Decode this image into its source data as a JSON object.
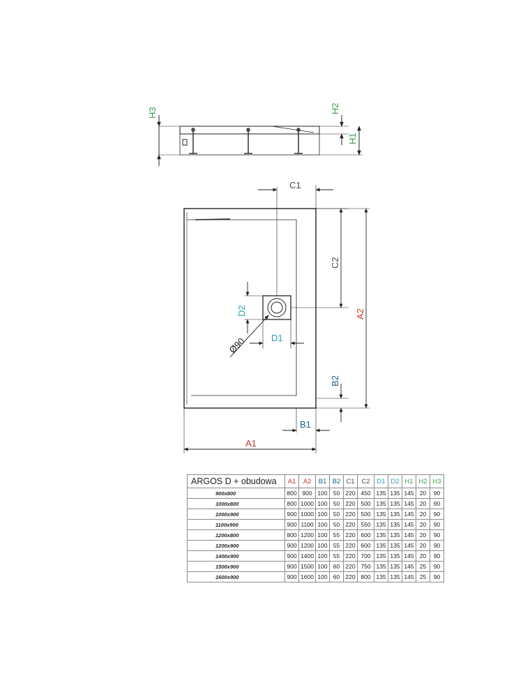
{
  "colors": {
    "A": "#c0392b",
    "B": "#1f5f8b",
    "C": "#4a4a4a",
    "D": "#2a9fb0",
    "H": "#3a9a4a",
    "H3": "#3a9a4a",
    "line": "#222222"
  },
  "drawing": {
    "labels": {
      "H3": "H3",
      "H2": "H2",
      "H1": "H1",
      "C1": "C1",
      "C2": "C2",
      "A2": "A2",
      "D2": "D2",
      "D1": "D1",
      "phi90": "Ø90",
      "B2": "B2",
      "B1": "B1",
      "A1": "A1"
    }
  },
  "table": {
    "product": "ARGOS D + obudowa",
    "columns": [
      {
        "label": "A1",
        "color": "#c0392b"
      },
      {
        "label": "A2",
        "color": "#c0392b"
      },
      {
        "label": "B1",
        "color": "#1f5f8b"
      },
      {
        "label": "B2",
        "color": "#1f5f8b"
      },
      {
        "label": "C1",
        "color": "#4a4a4a"
      },
      {
        "label": "C2",
        "color": "#4a4a4a"
      },
      {
        "label": "D1",
        "color": "#2a9fb0"
      },
      {
        "label": "D2",
        "color": "#2a9fb0"
      },
      {
        "label": "H1",
        "color": "#3a9a4a"
      },
      {
        "label": "H2",
        "color": "#3a9a4a"
      },
      {
        "label": "H3",
        "color": "#3a9a4a"
      }
    ],
    "rows": [
      {
        "size": "900x800",
        "values": [
          "800",
          "900",
          "100",
          "50",
          "220",
          "450",
          "135",
          "135",
          "145",
          "20",
          "90"
        ]
      },
      {
        "size": "1000x800",
        "values": [
          "800",
          "1000",
          "100",
          "50",
          "220",
          "500",
          "135",
          "135",
          "145",
          "20",
          "90"
        ]
      },
      {
        "size": "1000x900",
        "values": [
          "900",
          "1000",
          "100",
          "50",
          "220",
          "500",
          "135",
          "135",
          "145",
          "20",
          "90"
        ]
      },
      {
        "size": "1100x900",
        "values": [
          "900",
          "1100",
          "100",
          "50",
          "220",
          "550",
          "135",
          "135",
          "145",
          "20",
          "90"
        ]
      },
      {
        "size": "1200x800",
        "values": [
          "800",
          "1200",
          "100",
          "55",
          "220",
          "600",
          "135",
          "135",
          "145",
          "20",
          "90"
        ]
      },
      {
        "size": "1200x900",
        "values": [
          "900",
          "1200",
          "100",
          "55",
          "220",
          "600",
          "135",
          "135",
          "145",
          "20",
          "90"
        ]
      },
      {
        "size": "1400x900",
        "values": [
          "900",
          "1400",
          "100",
          "55",
          "220",
          "700",
          "135",
          "135",
          "145",
          "20",
          "90"
        ]
      },
      {
        "size": "1500x900",
        "values": [
          "900",
          "1500",
          "100",
          "60",
          "220",
          "750",
          "135",
          "135",
          "145",
          "25",
          "90"
        ]
      },
      {
        "size": "1600x900",
        "values": [
          "900",
          "1600",
          "100",
          "60",
          "220",
          "800",
          "135",
          "135",
          "145",
          "25",
          "90"
        ]
      }
    ]
  }
}
